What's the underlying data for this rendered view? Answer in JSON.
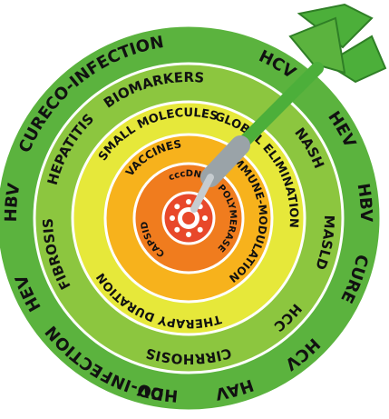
{
  "colors": {
    "ring_outer": "#5BB33E",
    "ring_2": "#8CC63F",
    "ring_3": "#E6E83A",
    "ring_4": "#F7B21C",
    "ring_5": "#F07C1E",
    "bullseye": "#E8482A",
    "divider": "#ffffff",
    "text": "#111111",
    "dart_shaft": "#9aa3a8",
    "dart_fletch": "#4CAF3A"
  },
  "rings": {
    "outer": [
      "CO-INFECTION",
      "HCV",
      "CURE",
      "HBV",
      "HEV",
      "HEV",
      "HBV",
      "CURE",
      "HCV",
      "HAV",
      "HDV",
      "CO-INFECTION"
    ],
    "second": [
      "BIOMARKERS",
      "HEPATITIS",
      "FIBROSIS",
      "NASH",
      "MASLD",
      "HCC",
      "CIRRHOSIS"
    ],
    "third": [
      "SMALL MOLECULES",
      "GLOBAL ELIMINATION",
      "THERAPY DURATION"
    ],
    "fourth": [
      "VACCINES",
      "IMMUNE-MODULATION"
    ],
    "fifth": [
      "cccDNA",
      "POLYMERASE",
      "CAPSID"
    ]
  },
  "icons": {
    "bullseye": "virus-icon",
    "dart": "dart-icon"
  }
}
